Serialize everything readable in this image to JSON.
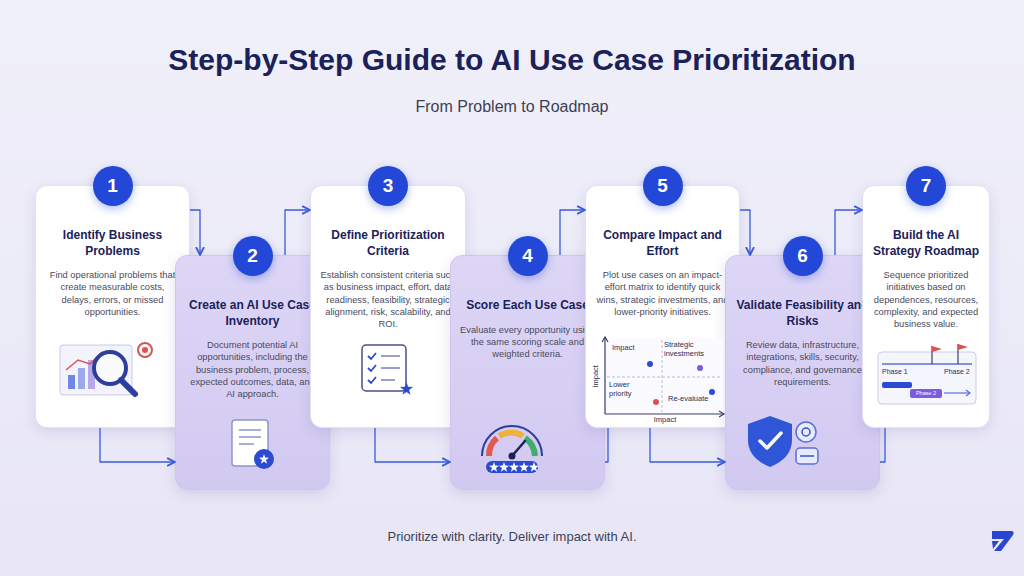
{
  "diagram": {
    "title": "Step-by-Step Guide to AI Use Case Prioritization",
    "caption": "Prioritize with clarity. Deliver impact with AI.",
    "nodes": [
      {
        "text": [
          "1",
          "Identify Business Problems",
          "Find operational problems that create measurable costs, delays, errors, or missed opportunities."
        ]
      },
      {
        "text": [
          "2",
          "Create an AI Use Case Inventory",
          "Document potential AI opportunities, including the business problem, process, expected outcomes, data, and AI approach."
        ]
      },
      {
        "text": [
          "3",
          "Define Prioritization Criteria",
          "Establish consistent criteria such as business impact, effort, data readiness, feasibility, strategic alignment, risk, scalability, and ROI."
        ]
      },
      {
        "text": [
          "4",
          "Score Each Use Case",
          "Evaluate every opportunity using the same scoring scale and weighted criteria."
        ]
      },
      {
        "text": [
          "5",
          "Compare Impact and Effort",
          "Plot use cases on an impact-effort matrix to identify quick wins, strategic investments, and lower-priority initiatives."
        ]
      },
      {
        "text": [
          "6",
          "Validate Feasibility and Risks",
          "Review data, infrastructure, integrations, skills, security, compliance, and governance requirements."
        ]
      },
      {
        "text": [
          "7",
          "Build the AI Strategy Roadmap",
          "Sequence prioritized initiatives based on dependences, resources, complexity, and expected business value."
        ]
      }
    ],
    "edges": [
      {
        "from": 0,
        "to": 1,
        "arrow": "to"
      },
      {
        "from": 0,
        "to": 1,
        "arrow": "to"
      },
      {
        "from": 1,
        "to": 2,
        "arrow": "to"
      },
      {
        "from": 2,
        "to": 3,
        "arrow": "to"
      },
      {
        "from": 3,
        "to": 4,
        "arrow": "to"
      },
      {
        "from": 3,
        "to": 4,
        "arrow": "none"
      },
      {
        "from": 4,
        "to": 5,
        "arrow": "to"
      },
      {
        "from": 4,
        "to": 5,
        "arrow": "to"
      },
      {
        "from": 5,
        "to": 6,
        "arrow": "to"
      },
      {
        "from": 5,
        "to": 6,
        "arrow": "none"
      }
    ],
    "labels": [
      "From Problem to Roadmap",
      "Impact",
      "Strategic investments",
      "Lower priority",
      "Re-evaluate",
      "Impact",
      "Impact",
      "Phase 1",
      "Phase 2",
      "Phase 2"
    ]
  }
}
